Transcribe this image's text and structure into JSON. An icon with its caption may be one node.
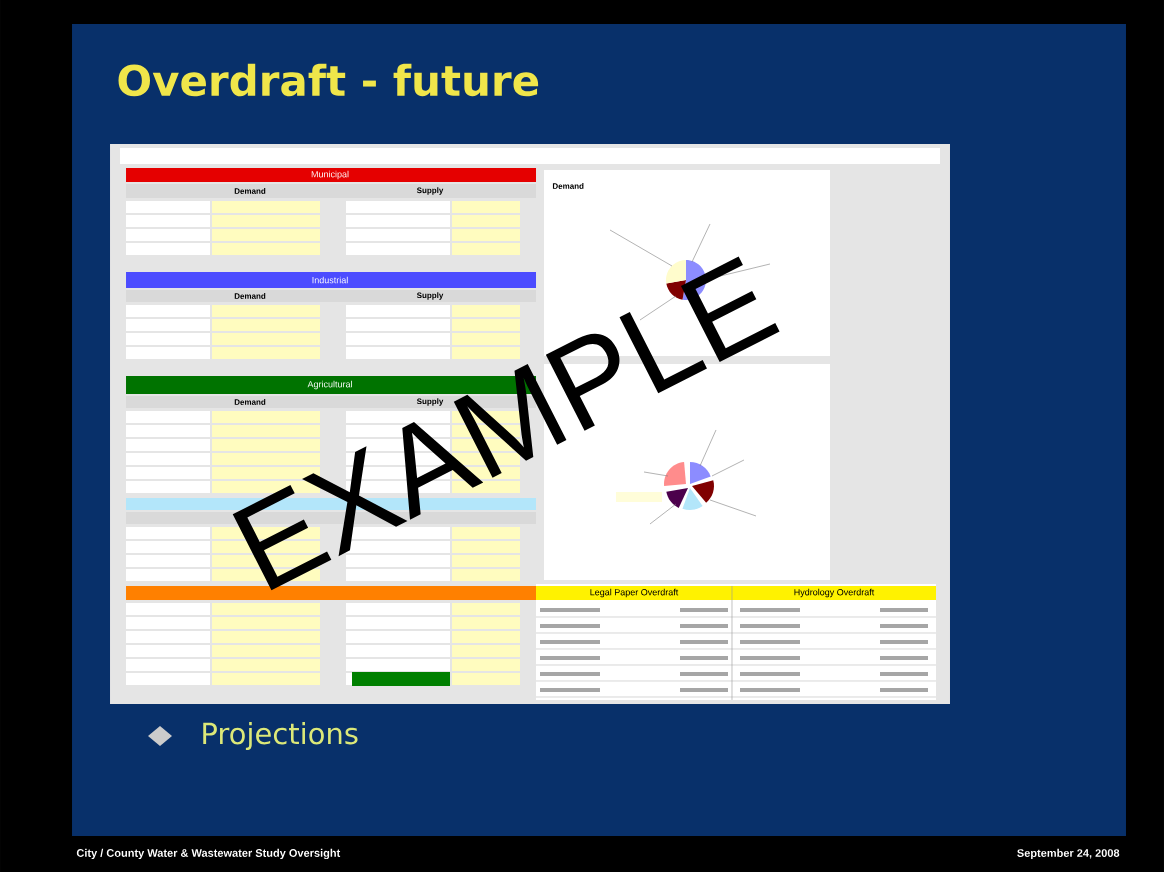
{
  "diagram": {
    "title": "Overdraft - future",
    "labels": [
      "Municipal",
      "Demand",
      "Supply",
      "Industrial",
      "Demand",
      "Supply",
      "Agricultural",
      "Demand",
      "Supply",
      "Demand",
      "Legal Paper Overdraft",
      "Hydrology Overdraft",
      "EXAMPLE",
      "Projections",
      "City / County Water & Wastewater Study Oversight",
      "September 24, 2008"
    ]
  }
}
